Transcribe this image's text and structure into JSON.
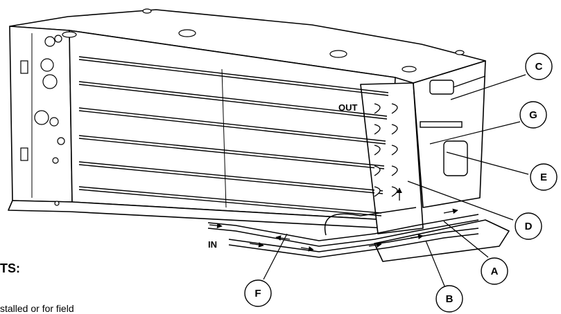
{
  "labels": {
    "out": "OUT",
    "in": "IN"
  },
  "callouts": {
    "a": "A",
    "b": "B",
    "c": "C",
    "d": "D",
    "e": "E",
    "f": "F",
    "g": "G"
  },
  "notes": {
    "heading_fragment": "TS:",
    "body_fragment": "stalled or for field"
  }
}
